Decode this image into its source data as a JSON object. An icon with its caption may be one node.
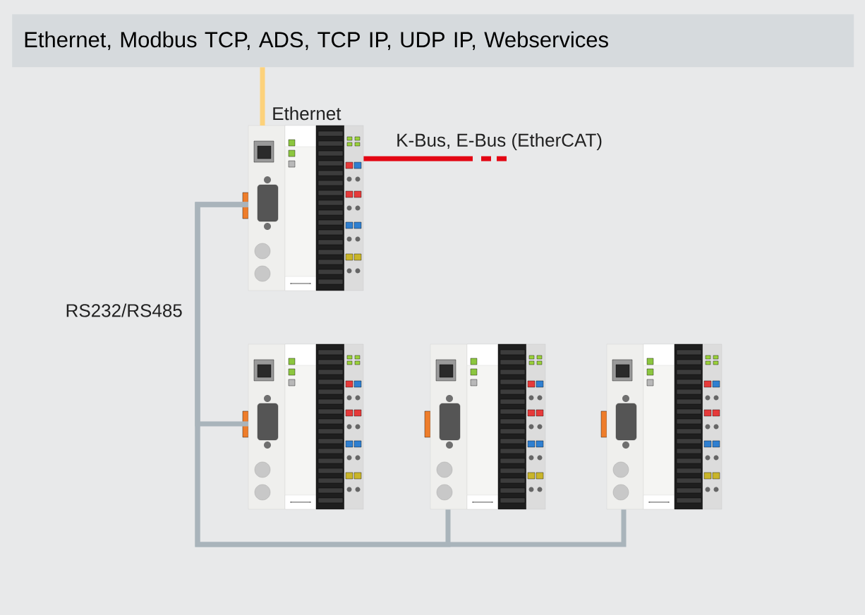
{
  "diagram": {
    "nodes": [
      {
        "text": [
          "Ethernet, Modbus TCP, ADS, TCP IP, UDP IP, Webservices"
        ]
      },
      {
        "text": [],
        "shape": "picture"
      },
      {
        "text": [],
        "shape": "picture"
      },
      {
        "text": [],
        "shape": "picture"
      },
      {
        "text": [],
        "shape": "picture"
      }
    ],
    "edges": [
      {
        "from": 0,
        "to": 1,
        "arrow": "none",
        "label": "Ethernet",
        "color": "#fdd27b"
      },
      {
        "from": 1,
        "to": null,
        "arrow": "none",
        "label": "K-Bus, E-Bus (EtherCAT)",
        "color": "#e30613"
      },
      {
        "from": 1,
        "to": 2,
        "arrow": "none",
        "label": "RS232/RS485"
      },
      {
        "from": 1,
        "to": 3,
        "arrow": "none"
      },
      {
        "from": 1,
        "to": 4,
        "arrow": "none"
      }
    ]
  }
}
